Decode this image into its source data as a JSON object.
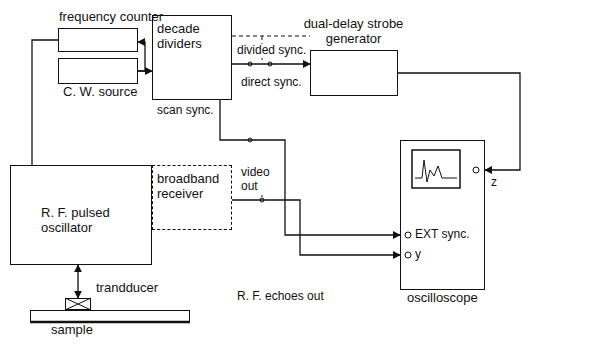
{
  "diagram": {
    "nodes": [
      {
        "text": [
          "frequency counter"
        ]
      },
      {
        "text": [
          "C. W. source"
        ]
      },
      {
        "text": [
          "decade dividers"
        ]
      },
      {
        "text": [
          "dual-delay strobe generator"
        ]
      },
      {
        "text": [
          "R. F. pulsed oscillator"
        ]
      },
      {
        "text": [
          "broadband receiver"
        ]
      },
      {
        "text": [
          "oscilloscope"
        ]
      },
      {
        "text": [
          "trandducer"
        ]
      },
      {
        "text": [
          "sample"
        ]
      }
    ],
    "edges": [
      {
        "from": 1,
        "to": 0,
        "arrow": "to"
      },
      {
        "from": 1,
        "to": 2,
        "arrow": "to"
      },
      {
        "from": 2,
        "to": 3,
        "arrow": "to",
        "label": "divided sync."
      },
      {
        "from": 2,
        "to": 6,
        "arrow": "to"
      },
      {
        "from": 3,
        "to": 6,
        "arrow": "to"
      },
      {
        "from": 5,
        "to": 6,
        "arrow": "to"
      },
      {
        "from": 4,
        "to": 7,
        "arrow": "both"
      },
      {
        "from": 4,
        "to": 0,
        "arrow": "none"
      }
    ],
    "labels": [
      "direct sync.",
      "scan sync.",
      "video out",
      "R. F. echoes out",
      "EXT sync.",
      "y",
      "z"
    ]
  }
}
